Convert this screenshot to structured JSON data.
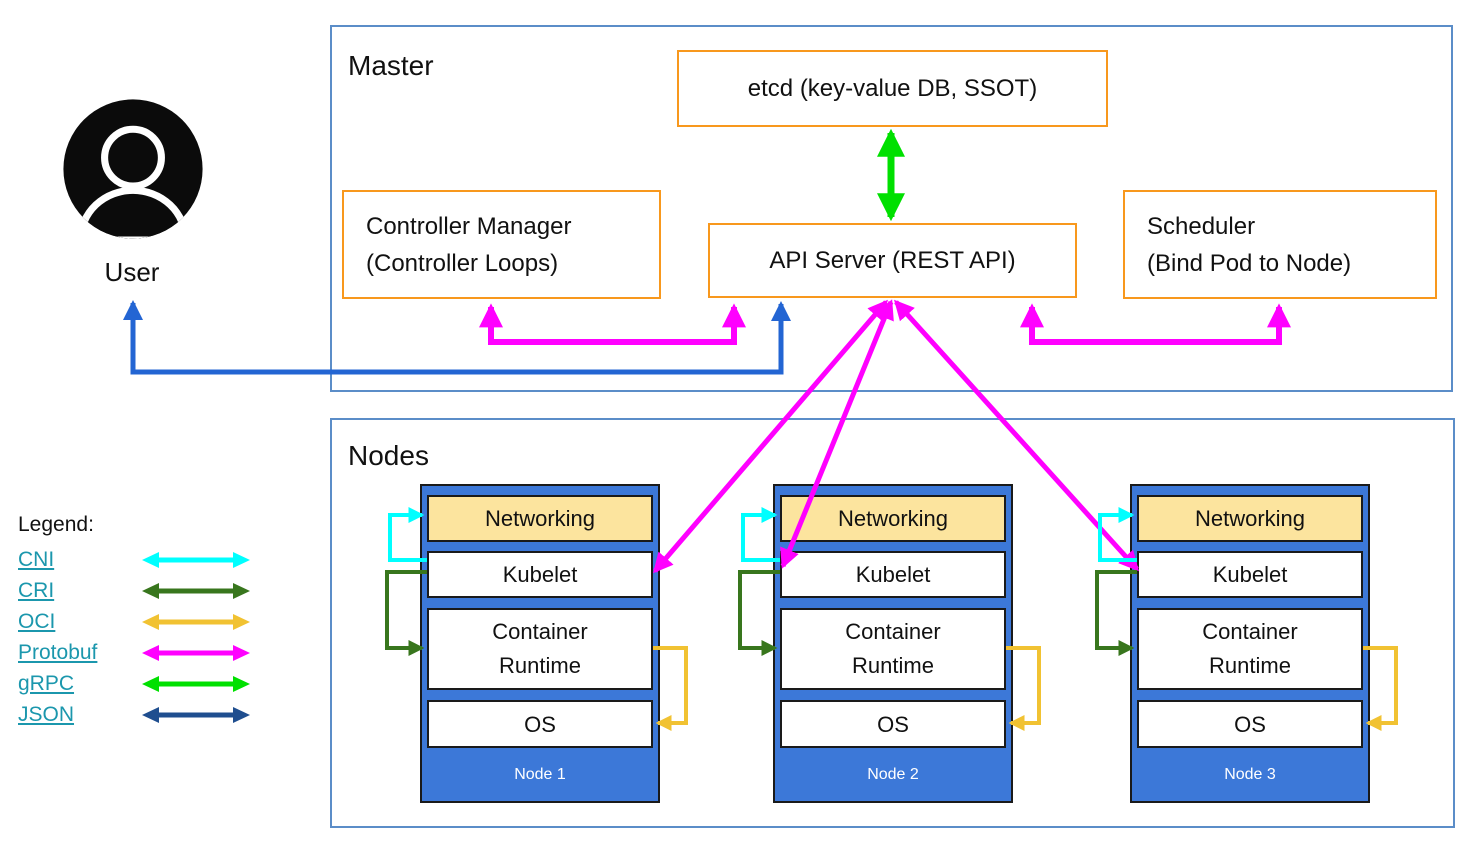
{
  "user": {
    "label": "User"
  },
  "master": {
    "title": "Master",
    "etcd_label": "etcd (key-value DB, SSOT)",
    "controller_manager_line1": "Controller Manager",
    "controller_manager_line2": "(Controller Loops)",
    "api_server_label": "API Server (REST API)",
    "scheduler_line1": "Scheduler",
    "scheduler_line2": "(Bind Pod to Node)"
  },
  "nodes_section": {
    "title": "Nodes",
    "nodes": [
      {
        "name": "Node 1",
        "networking": "Networking",
        "kubelet": "Kubelet",
        "runtime_line1": "Container",
        "runtime_line2": "Runtime",
        "os": "OS"
      },
      {
        "name": "Node 2",
        "networking": "Networking",
        "kubelet": "Kubelet",
        "runtime_line1": "Container",
        "runtime_line2": "Runtime",
        "os": "OS"
      },
      {
        "name": "Node 3",
        "networking": "Networking",
        "kubelet": "Kubelet",
        "runtime_line1": "Container",
        "runtime_line2": "Runtime",
        "os": "OS"
      }
    ]
  },
  "legend": {
    "title": "Legend:",
    "items": [
      {
        "label": "CNI",
        "color": "#00FFFF"
      },
      {
        "label": "CRI",
        "color": "#38761D"
      },
      {
        "label": "OCI",
        "color": "#F1C232"
      },
      {
        "label": "Protobuf",
        "color": "#FF00FF"
      },
      {
        "label": "gRPC",
        "color": "#00E000"
      },
      {
        "label": "JSON",
        "color": "#1F4E8F"
      }
    ]
  },
  "colors": {
    "section_border": "#5B8DC8",
    "component_box_border": "#F8981D",
    "node_fill": "#3C78D8",
    "networking_fill": "#FCE49E",
    "user_api_arrow": "#2365D3",
    "legend_link": "#1B97AD",
    "protobuf_arrow": "#FF00FF",
    "grpc_arrow": "#00E000",
    "cni_arrow": "#00FFFF",
    "cri_arrow": "#38761D",
    "oci_arrow": "#F1C232"
  }
}
